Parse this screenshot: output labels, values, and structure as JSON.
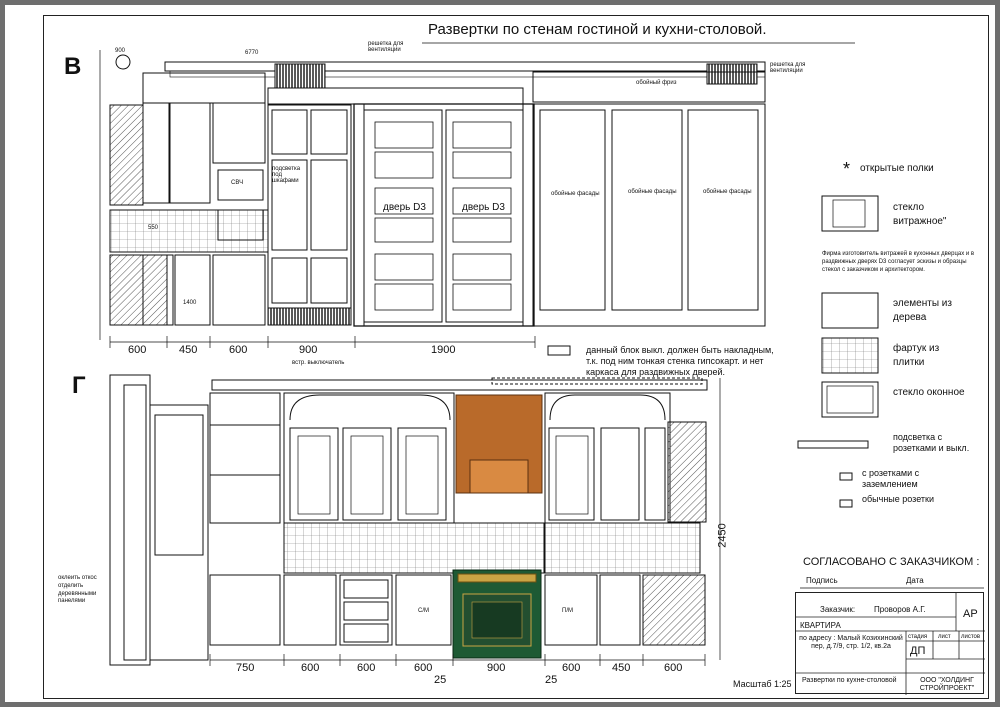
{
  "title": "Развертки по стенам гостиной и кухни-столовой.",
  "elev_b": {
    "label": "В",
    "door_label": "дверь  D3",
    "panel_label": "обойные фасады",
    "cornice_label": "обойный фриз",
    "appliance": "СВЧ",
    "dims": [
      "600",
      "450",
      "600",
      "900",
      "1900"
    ],
    "small_notes": {
      "top_left": "900",
      "top_span": "6770",
      "vent_note_1": "решетка для вентиляции",
      "vent_note_2": "решетка для вентиляции",
      "wall_note": "подсветка под шкафами",
      "block_note": "встр. выключатель",
      "r550": "550",
      "r1400": "1400"
    }
  },
  "elev_g": {
    "label": "Г",
    "side_note": "оклеить откос отделить деревянными панелями",
    "dims": [
      "750",
      "600",
      "600",
      "600",
      "900",
      "600",
      "450",
      "600"
    ],
    "dim_25a": "25",
    "dim_25b": "25",
    "h_dim": "2450",
    "base_labels": [
      "С/М",
      "П/М"
    ]
  },
  "legend": {
    "open_shelves": "открытые полки",
    "glass_stained": "стекло витражное\"",
    "glass_note": "Фирма изготовитель витражей в кухонных дверцах и в раздвижных дверях  D3 согласует эскизы и образцы стекол с заказчиком и архитектором.",
    "wood": "элементы из дерева",
    "tile": "фартук из плитки",
    "glass_window": "стекло оконное",
    "lighting": "подсветка с розетками и выкл.",
    "grounded": "с розетками с заземлением",
    "regular": "обычные розетки",
    "block_note": "данный блок выкл. должен быть накладным, т.к. под ним тонкая стенка гипсокарт. и нет каркаса для раздвижных дверей."
  },
  "approval": {
    "heading": "СОГЛАСОВАНО С ЗАКАЗЧИКОМ :",
    "sign": "Подпись",
    "date": "Дата"
  },
  "stamp": {
    "client_label": "Заказчик:",
    "client_name": "Проворов А.Г.",
    "code": "АР",
    "object": "КВАРТИРА",
    "address": "по адресу : Малый Козихинский пер, д.7/9, стр. 1/2, кв.2а",
    "stage_hdr": "стадия",
    "sheet_hdr": "лист",
    "sheets_hdr": "листов",
    "stage": "ДП",
    "sheet_title": "Развертки по кухне-столовой",
    "company": "ООО \"ХОЛДИНГ СТРОЙПРОЕКТ\""
  },
  "scale": "Масштаб 1:25"
}
